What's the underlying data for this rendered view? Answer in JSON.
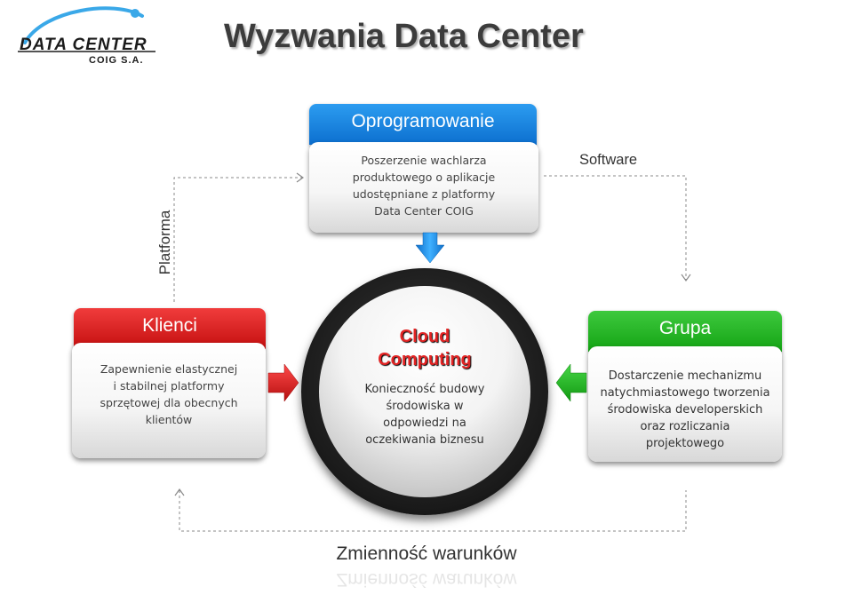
{
  "logo": {
    "main": "DATA CENTER",
    "sub": "COIG S.A."
  },
  "title": "Wyzwania Data Center",
  "software": {
    "header": "Oprogramowanie",
    "text": [
      "Poszerzenie wachlarza",
      "produktowego o aplikacje",
      "udostępniane z platformy",
      "Data Center COIG"
    ]
  },
  "side_labels": {
    "right": "Software",
    "left": "Platforma"
  },
  "klienci": {
    "header": "Klienci",
    "text": [
      "Zapewnienie elastycznej",
      "i stabilnej platformy",
      "sprzętowej dla obecnych",
      "klientów"
    ]
  },
  "cloud": {
    "title_line1": "Cloud",
    "title_line2": "Computing",
    "text": [
      "Konieczność budowy",
      "środowiska w",
      "odpowiedzi na",
      "oczekiwania biznesu"
    ]
  },
  "grupa": {
    "header": "Grupa",
    "text": [
      "Dostarczenie mechanizmu",
      "natychmiastowego tworzenia",
      "środowiska developerskich",
      "oraz rozliczania",
      "projektowego"
    ]
  },
  "bottom": "Zmienność warunków",
  "colors": {
    "blue": "#1480e0",
    "red": "#d91c1c",
    "green": "#22b022",
    "accent_text": "#e32424"
  }
}
